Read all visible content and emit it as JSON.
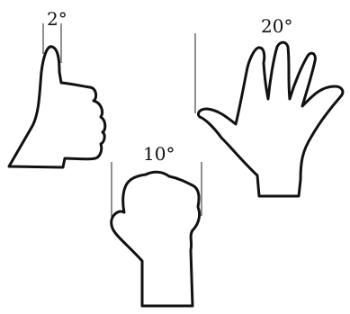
{
  "labels": {
    "thumb": "2°",
    "palm": "20°",
    "fist": "10°"
  },
  "colors": {
    "stroke": "#111111",
    "background": "#ffffff"
  }
}
